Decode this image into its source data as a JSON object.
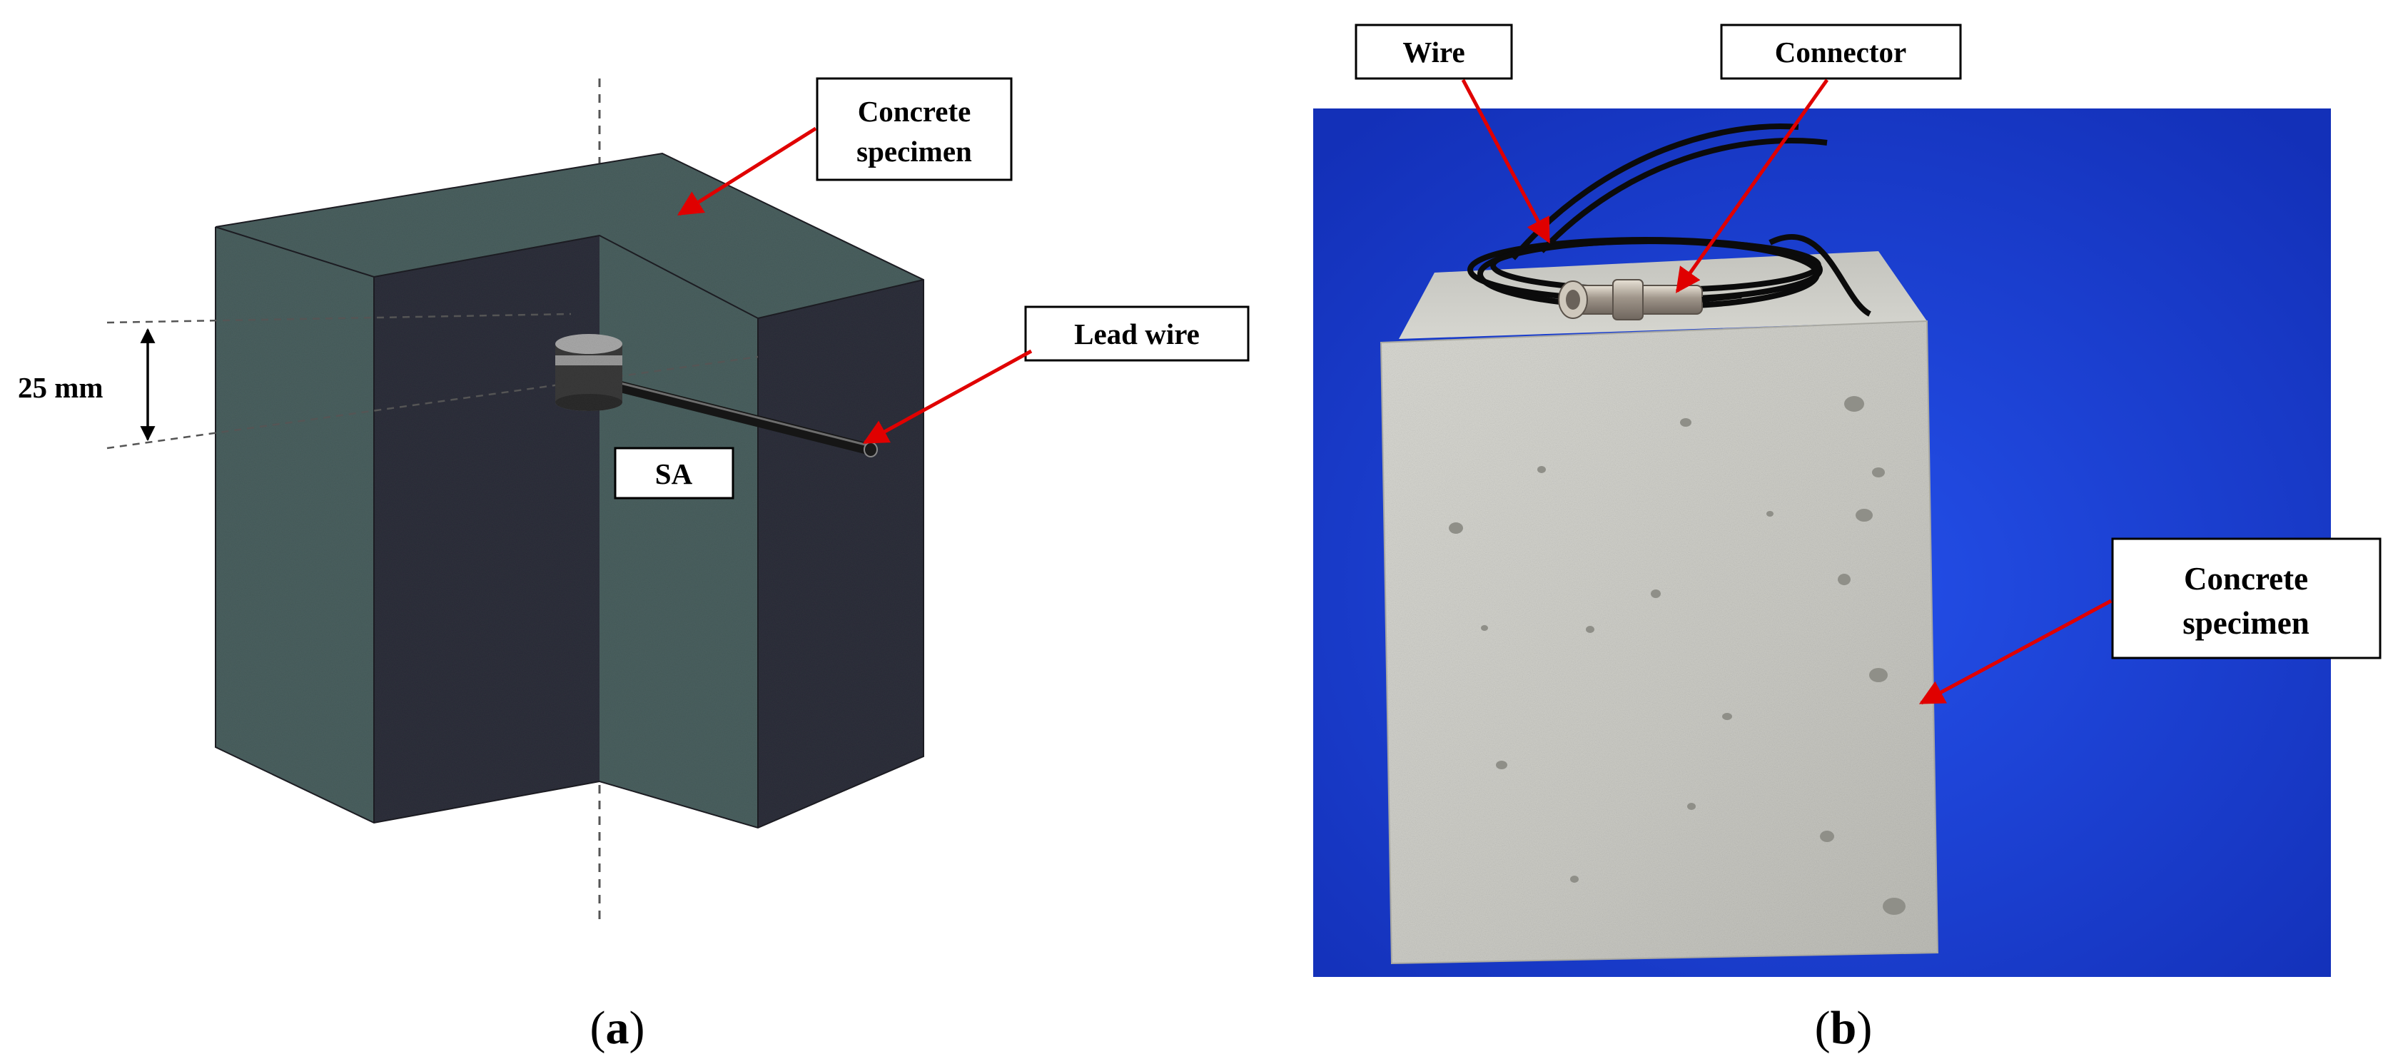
{
  "panel_a": {
    "labels": {
      "concrete_line1": "Concrete",
      "concrete_line2": "specimen",
      "lead_wire": "Lead wire",
      "sa": "SA",
      "dimension": "25 mm"
    },
    "caption_open": "(",
    "caption_letter": "a",
    "caption_close": ")"
  },
  "panel_b": {
    "labels": {
      "wire": "Wire",
      "connector": "Connector",
      "concrete_line1": "Concrete",
      "concrete_line2": "specimen"
    },
    "caption_open": "(",
    "caption_letter": "b",
    "caption_close": ")"
  },
  "colors": {
    "concrete_light": "#4a605f",
    "concrete_dark": "#2e2f3b",
    "photo_background": "#1f3fd8",
    "concrete_photo": "#cfcfc9",
    "arrow": "#e00000"
  }
}
